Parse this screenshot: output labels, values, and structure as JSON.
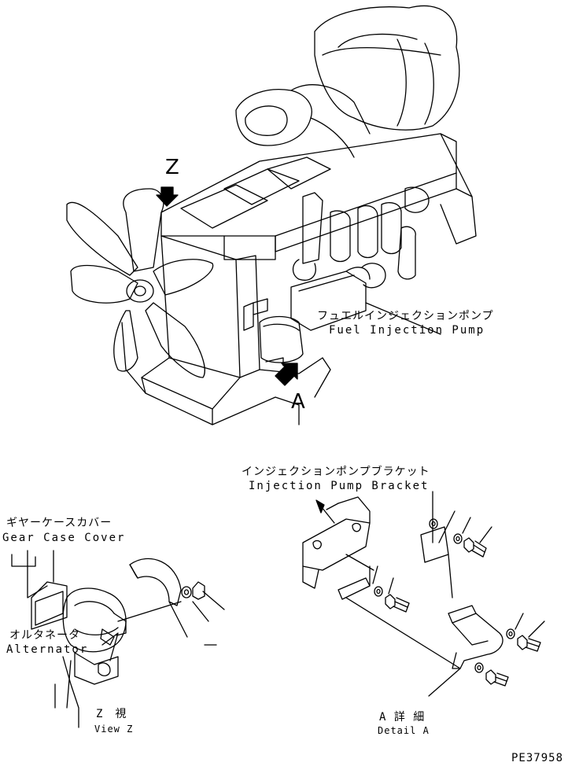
{
  "view_markers": {
    "z": "Z",
    "a": "A"
  },
  "labels": {
    "fuel_pump_jp": "フュエルインジェクションポンプ",
    "fuel_pump_en": "Fuel Injection Pump",
    "pump_bracket_jp": "インジェクションポンプブラケット",
    "pump_bracket_en": "Injection Pump Bracket",
    "gear_case_jp": "ギヤーケースカバー",
    "gear_case_en": "Gear Case Cover",
    "alternator_jp": "オルタネータ",
    "alternator_en": "Alternator",
    "view_z_jp": "Z　視",
    "view_z_en": "View Z",
    "detail_a_jp": "A 詳 細",
    "detail_a_en": "Detail A",
    "part_code": "PE37958"
  }
}
